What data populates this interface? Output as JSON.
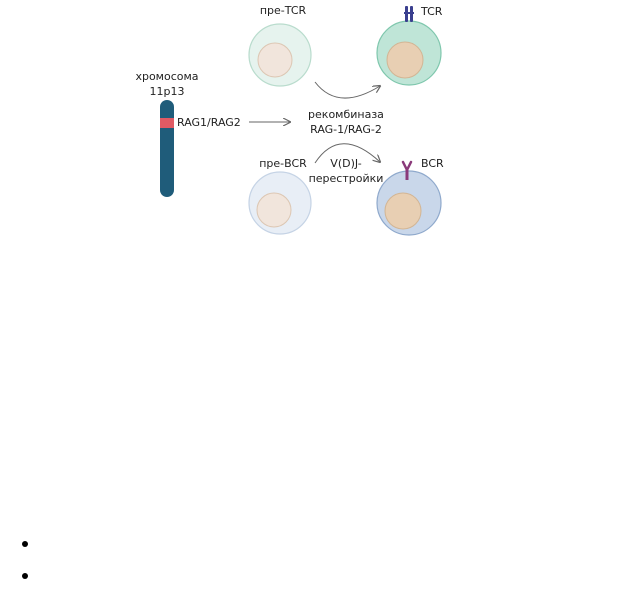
{
  "chromosome": {
    "title_line1": "хромосома",
    "title_line2": "11p13",
    "gene_label": "RAG1/RAG2",
    "colors": {
      "body": "#1f5c7a",
      "band": "#e05a64"
    }
  },
  "cells": {
    "pre_tcr_label": "пре-TCR",
    "tcr_label": "TCR",
    "pre_bcr_label": "пре-BCR",
    "bcr_label": "BCR",
    "colors": {
      "pre_tcr_fill": "#e6f3ee",
      "pre_tcr_stroke": "#b9dccd",
      "tcr_fill": "#bfe5d7",
      "tcr_stroke": "#7fc7ad",
      "pre_bcr_fill": "#e8eef6",
      "pre_bcr_stroke": "#c5d3e5",
      "bcr_fill": "#c9d7ea",
      "bcr_stroke": "#8fa9cc",
      "nucleus_light": "#f1e5dc",
      "nucleus": "#e8cfb3",
      "nucleus_stroke": "#d2b594",
      "tcr_receptor": "#3a3f8f",
      "bcr_receptor": "#8a3a7a"
    }
  },
  "process": {
    "recombinase_line1": "рекомбиназа",
    "recombinase_line2": "RAG-1/RAG-2",
    "vdj_line1": "V(D)J-",
    "vdj_line2": "перестройки",
    "arrow_color": "#666666"
  },
  "bullets": [
    {
      "text": ""
    },
    {
      "text": ""
    }
  ]
}
